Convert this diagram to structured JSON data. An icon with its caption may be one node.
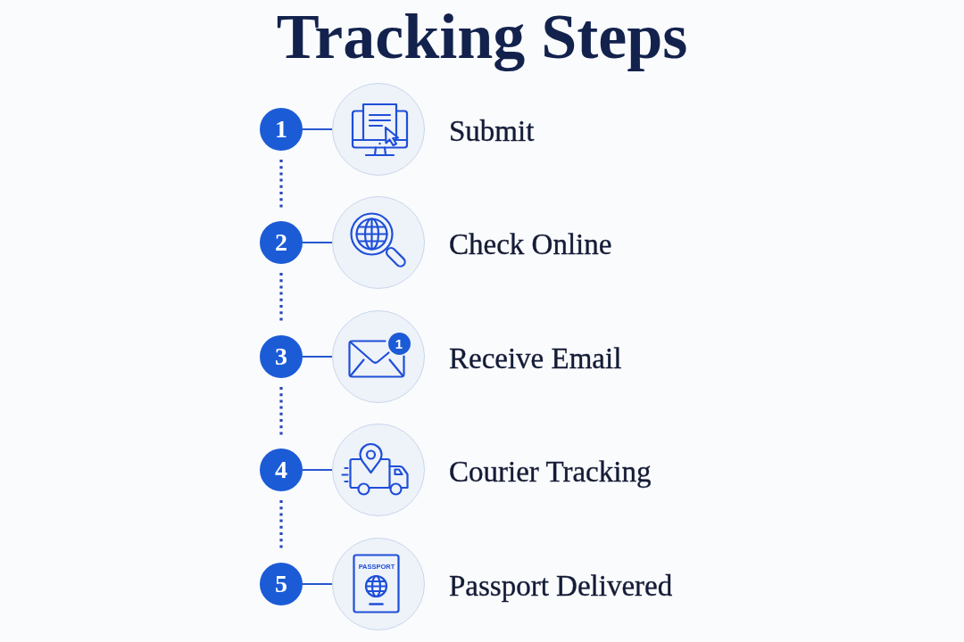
{
  "diagram": {
    "title": "Tracking Steps",
    "nodes": [
      {
        "text": [
          "1"
        ]
      },
      {
        "text": [],
        "shape": "circle",
        "beside": [
          "Submit"
        ]
      },
      {
        "text": [
          "2"
        ]
      },
      {
        "text": [],
        "shape": "circle",
        "beside": [
          "Check Online"
        ]
      },
      {
        "text": [
          "3"
        ]
      },
      {
        "text": [],
        "shape": "circle",
        "beside": [
          "Receive Email"
        ]
      },
      {
        "text": [
          "4"
        ]
      },
      {
        "text": [],
        "shape": "circle",
        "beside": [
          "Courier Tracking"
        ]
      },
      {
        "text": [
          "5"
        ]
      },
      {
        "text": [],
        "shape": "circle",
        "beside": [
          "Passport Delivered"
        ]
      }
    ],
    "edges": [
      {
        "from": 0,
        "to": 1,
        "arrow": "none"
      },
      {
        "from": 2,
        "to": 3,
        "arrow": "none"
      },
      {
        "from": 4,
        "to": 5,
        "arrow": "none"
      },
      {
        "from": 6,
        "to": 7,
        "arrow": "none"
      },
      {
        "from": 8,
        "to": 9,
        "arrow": "none"
      },
      {
        "from": 0,
        "to": 2,
        "arrow": "none",
        "style": "dashed"
      },
      {
        "from": 2,
        "to": 4,
        "arrow": "none",
        "style": "dashed"
      },
      {
        "from": 4,
        "to": 6,
        "arrow": "none",
        "style": "dashed"
      },
      {
        "from": 6,
        "to": 8,
        "arrow": "none",
        "style": "dashed"
      }
    ],
    "labels": [
      "1",
      "PASSPORT"
    ]
  }
}
